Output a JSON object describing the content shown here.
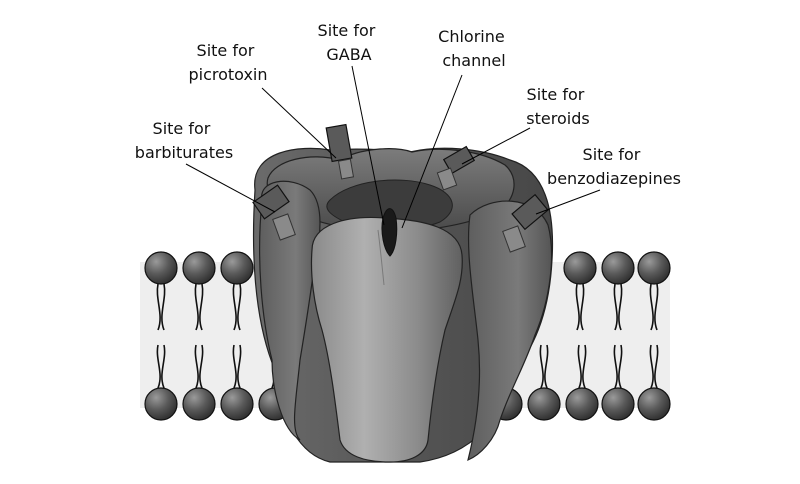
{
  "labels": {
    "picrotoxin": [
      "Site for",
      "picrotoxin"
    ],
    "gaba": [
      "Site for",
      "GABA"
    ],
    "chlorine": [
      "Chlorine",
      "channel"
    ],
    "steroids": [
      "Site for",
      "steroids"
    ],
    "barbiturates": [
      "Site for",
      "barbiturates"
    ],
    "benzodiazepines": [
      "Site for",
      "benzodiazepines"
    ]
  },
  "colors": {
    "lipid_head": "#555555",
    "protein": "#6a6a6a",
    "membrane_band": "#eeeeee"
  }
}
